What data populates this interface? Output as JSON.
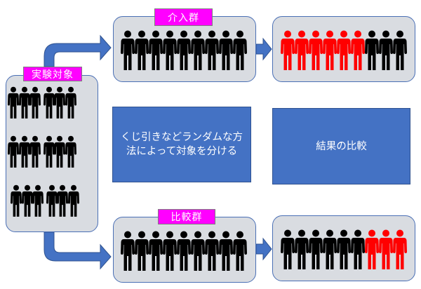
{
  "diagram": {
    "title": "Randomized controlled trial flow",
    "colors": {
      "box_fill": "#d9dce1",
      "box_border": "#4a6fb5",
      "label_fill": "#ff00ff",
      "label_text": "#ffffff",
      "info_box_fill": "#4472c4",
      "arrow_fill": "#4472c4",
      "person_default": "#000000",
      "person_outcome": "#ff0000"
    },
    "subjects": {
      "label": "実験対象",
      "rows": [
        {
          "count": 6,
          "outcome": 0
        },
        {
          "count": 6,
          "outcome": 0
        },
        {
          "count": 6,
          "outcome": 0
        }
      ]
    },
    "intervention_group": {
      "label": "介入群",
      "count": 9,
      "result": {
        "outcome_count": 6,
        "no_outcome_count": 3,
        "order": [
          "outcome",
          "outcome",
          "outcome",
          "outcome",
          "outcome",
          "outcome",
          "none",
          "none",
          "none"
        ]
      }
    },
    "comparison_group": {
      "label": "比較群",
      "count": 9,
      "result": {
        "outcome_count": 3,
        "no_outcome_count": 6,
        "order": [
          "none",
          "none",
          "none",
          "none",
          "none",
          "none",
          "outcome",
          "outcome",
          "outcome"
        ]
      }
    },
    "notes": {
      "randomization": "くじ引きなどランダムな方法によって対象を分ける",
      "comparison": "結果の比較"
    }
  }
}
